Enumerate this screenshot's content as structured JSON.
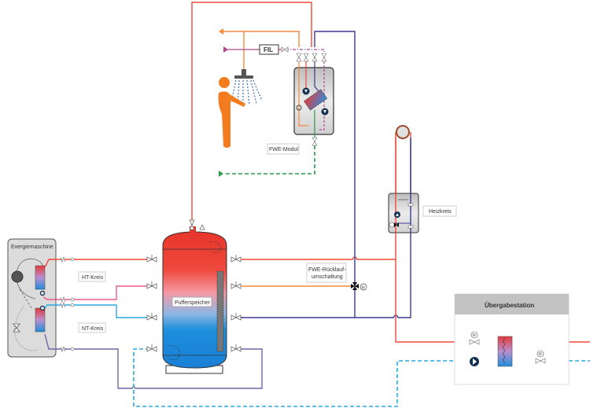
{
  "diagram": {
    "labels": {
      "exergiemaschine": "Exergiemaschine",
      "ht_kreis": "HT-Kreis",
      "nt_kreis": "NT-Kreis",
      "pufferspeicher": "Pufferspeicher",
      "fwe_modul": "FWE-Modul",
      "fil": "FIL",
      "heizkreis": "Heizkreis",
      "fwe_ruecklauf_line1": "FWE-Rücklauf-",
      "fwe_ruecklauf_line2": "umschaltung",
      "uebergabestation": "Übergabestation",
      "motor_symbol": "M"
    },
    "colors": {
      "hot_red": "#f0483a",
      "warm_pink": "#ec5a8c",
      "cold_blue": "#29a9e0",
      "return_navy": "#3b3c8f",
      "dhw_orange": "#f7893b",
      "cold_water_green": "#2a9a4a",
      "circulation_magenta": "#b0478f",
      "module_grey": "#d6d6d6",
      "header_grey": "#c2c2c2",
      "person_orange": "#f47c20"
    },
    "icons": [
      "shower-head-icon",
      "person-icon",
      "pump-icon",
      "heat-exchanger-icon",
      "valve-icon",
      "motor-valve-icon",
      "radiator-icon",
      "compressor-icon",
      "expansion-valve-icon"
    ]
  }
}
